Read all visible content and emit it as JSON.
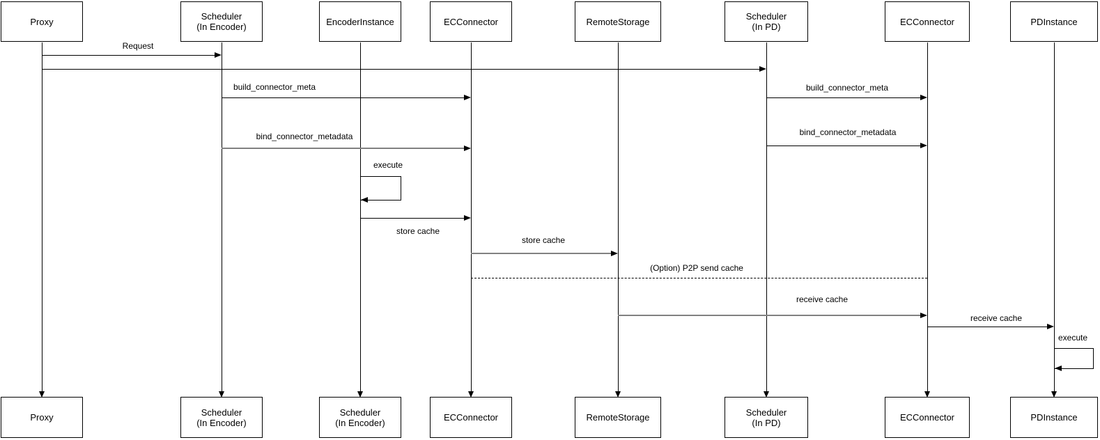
{
  "diagram": {
    "type": "uml-sequence-diagram",
    "colors": {
      "stroke": "#000000",
      "muted_line": "#818181",
      "background": "#ffffff"
    },
    "actors": [
      {
        "top": {
          "line1": "Proxy",
          "line2": ""
        },
        "bottom": {
          "line1": "Proxy",
          "line2": ""
        }
      },
      {
        "top": {
          "line1": "Scheduler",
          "line2": "(In Encoder)"
        },
        "bottom": {
          "line1": "Scheduler",
          "line2": "(In Encoder)"
        }
      },
      {
        "top": {
          "line1": "EncoderInstance",
          "line2": ""
        },
        "bottom": {
          "line1": "Scheduler",
          "line2": "(In Encoder)"
        }
      },
      {
        "top": {
          "line1": "ECConnector",
          "line2": ""
        },
        "bottom": {
          "line1": "ECConnector",
          "line2": ""
        }
      },
      {
        "top": {
          "line1": "RemoteStorage",
          "line2": ""
        },
        "bottom": {
          "line1": "RemoteStorage",
          "line2": ""
        }
      },
      {
        "top": {
          "line1": "Scheduler",
          "line2": "(In PD)"
        },
        "bottom": {
          "line1": "Scheduler",
          "line2": "(In PD)"
        }
      },
      {
        "top": {
          "line1": "ECConnector",
          "line2": ""
        },
        "bottom": {
          "line1": "ECConnector",
          "line2": ""
        }
      },
      {
        "top": {
          "line1": "PDInstance",
          "line2": ""
        },
        "bottom": {
          "line1": "PDInstance",
          "line2": ""
        }
      }
    ],
    "messages": [
      {
        "label": "Request",
        "from": "Proxy",
        "to": "Scheduler (In Encoder)",
        "style": "solid"
      },
      {
        "label": "",
        "from": "Proxy",
        "to": "Scheduler (In PD)",
        "style": "solid"
      },
      {
        "label": "build_connector_meta",
        "from": "Scheduler (In Encoder)",
        "to": "ECConnector",
        "style": "solid"
      },
      {
        "label": "bind_connector_metadata",
        "from": "Scheduler (In Encoder)",
        "to": "ECConnector",
        "style": "solid"
      },
      {
        "label": "execute",
        "from": "EncoderInstance",
        "to": "EncoderInstance",
        "style": "self"
      },
      {
        "label": "store cache",
        "from": "EncoderInstance",
        "to": "ECConnector",
        "style": "solid"
      },
      {
        "label": "store cache",
        "from": "ECConnector",
        "to": "RemoteStorage",
        "style": "solid"
      },
      {
        "label": "(Option) P2P send cache",
        "from": "ECConnector",
        "to": "ECConnector (PD side)",
        "style": "dashed"
      },
      {
        "label": "build_connector_meta",
        "from": "Scheduler (In PD)",
        "to": "ECConnector (PD side)",
        "style": "solid"
      },
      {
        "label": "bind_connector_metadata",
        "from": "Scheduler (In PD)",
        "to": "ECConnector (PD side)",
        "style": "solid"
      },
      {
        "label": "receive cache",
        "from": "RemoteStorage",
        "to": "ECConnector (PD side)",
        "style": "solid"
      },
      {
        "label": "receive cache",
        "from": "ECConnector (PD side)",
        "to": "PDInstance",
        "style": "solid"
      },
      {
        "label": "execute",
        "from": "PDInstance",
        "to": "PDInstance",
        "style": "self"
      }
    ]
  }
}
